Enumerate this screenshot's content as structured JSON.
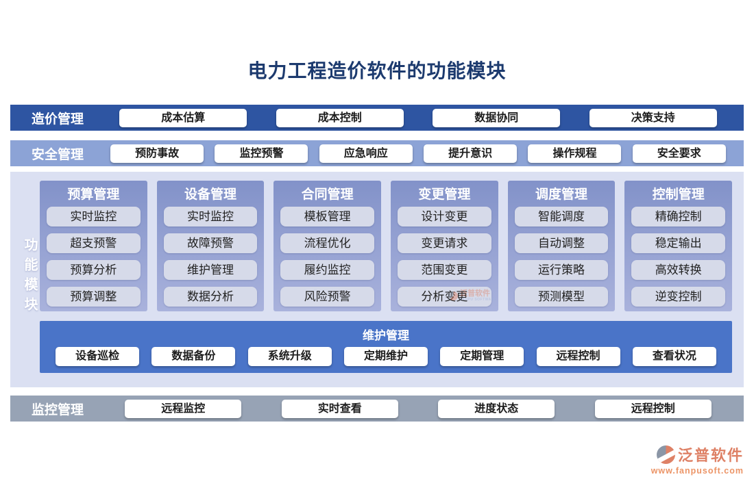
{
  "page": {
    "title": "电力工程造价软件的功能模块"
  },
  "rows": {
    "cost": {
      "label": "造价管理",
      "items": [
        "成本估算",
        "成本控制",
        "数据协同",
        "决策支持"
      ]
    },
    "safety": {
      "label": "安全管理",
      "items": [
        "预防事故",
        "监控预警",
        "应急响应",
        "提升意识",
        "操作规程",
        "安全要求"
      ]
    },
    "monitor": {
      "label": "监控管理",
      "items": [
        "远程监控",
        "实时查看",
        "进度状态",
        "远程控制"
      ]
    }
  },
  "main": {
    "side_label": "功能模块",
    "columns": [
      {
        "title": "预算管理",
        "items": [
          "实时监控",
          "超支预警",
          "预算分析",
          "预算调整"
        ]
      },
      {
        "title": "设备管理",
        "items": [
          "实时监控",
          "故障预警",
          "维护管理",
          "数据分析"
        ]
      },
      {
        "title": "合同管理",
        "items": [
          "模板管理",
          "流程优化",
          "履约监控",
          "风险预警"
        ]
      },
      {
        "title": "变更管理",
        "items": [
          "设计变更",
          "变更请求",
          "范围变更",
          "分析变更"
        ]
      },
      {
        "title": "调度管理",
        "items": [
          "智能调度",
          "自动调整",
          "运行策略",
          "预测模型"
        ]
      },
      {
        "title": "控制管理",
        "items": [
          "精确控制",
          "稳定输出",
          "高效转换",
          "逆变控制"
        ]
      }
    ],
    "maintenance": {
      "title": "维护管理",
      "items": [
        "设备巡检",
        "数据备份",
        "系统升级",
        "定期维护",
        "定期管理",
        "远程控制",
        "查看状况"
      ]
    }
  },
  "footer": {
    "brand": "泛普软件",
    "url": "www.fanpusoft.com"
  },
  "watermark": {
    "brand": "泛普软件",
    "sub": "FANPU SOFTWARE"
  },
  "colors": {
    "title_text": "#1C3A6E",
    "cost_bar": "#2E55A2",
    "safety_bar": "#8CA3D6",
    "monitor_bar": "#97A3B5",
    "panel_bg": "#DBE0F2",
    "column_gradient_top": "#8292C9",
    "column_gradient_bottom": "#A9B2DC",
    "column_item_bg": "#D6DAE9",
    "maintenance_band": "#4A74C8",
    "brand_coral": "#DE8166",
    "url_orange": "#EC9466"
  }
}
